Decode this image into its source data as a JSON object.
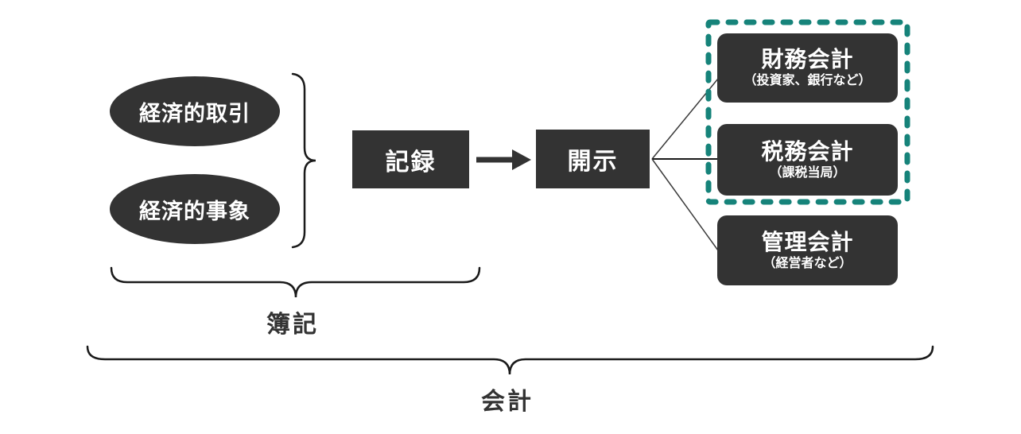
{
  "diagram": {
    "sources": [
      {
        "label": "経済的取引"
      },
      {
        "label": "経済的事象"
      }
    ],
    "process": {
      "record_label": "記録",
      "disclose_label": "開示"
    },
    "outputs": [
      {
        "title": "財務会計",
        "subtitle": "（投資家、銀行など）",
        "highlighted": true
      },
      {
        "title": "税務会計",
        "subtitle": "（課税当局）",
        "highlighted": true
      },
      {
        "title": "管理会計",
        "subtitle": "（経営者など）",
        "highlighted": false
      }
    ],
    "braces": {
      "bookkeeping_label": "簿記",
      "accounting_label": "会計"
    },
    "colors": {
      "dark": "#333333",
      "highlight_teal": "#16837a",
      "background": "#ffffff"
    }
  }
}
